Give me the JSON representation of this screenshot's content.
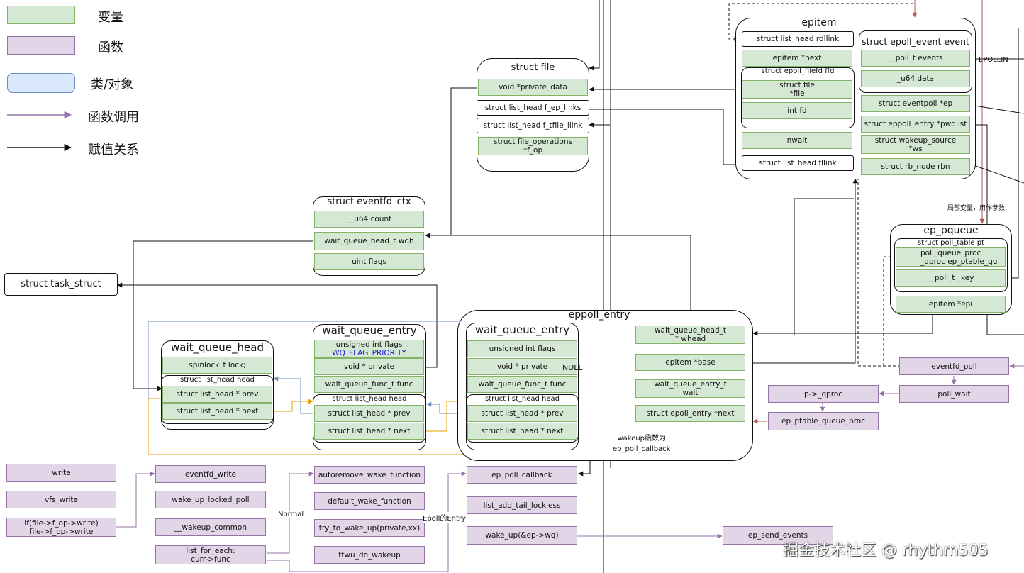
{
  "legend": {
    "items": [
      {
        "label": "变量",
        "kind": "var"
      },
      {
        "label": "函数",
        "kind": "fn"
      },
      {
        "label": "类/对象",
        "kind": "class"
      },
      {
        "label": "函数调用",
        "kind": "call"
      },
      {
        "label": "赋值关系",
        "kind": "assign"
      }
    ]
  },
  "struct_file": {
    "title": "struct file",
    "private_data": "void *private_data",
    "f_ep_links": "struct list_head f_ep_links",
    "f_tfile_llink": "struct list_head f_tfile_llink",
    "f_op": "struct file_operations\n*f_op"
  },
  "epitem": {
    "title": "epitem",
    "rdllink": "struct list_head rdllink",
    "next": "epitem *next",
    "ffd_title": "struct epoll_filefd ffd",
    "ffd_file": "struct file\n*file",
    "ffd_fd": "int fd",
    "nwait": "nwait",
    "fllink": "struct list_head fllink",
    "event_title": "struct epoll_event event",
    "events": "__poll_t events",
    "data": "_u64 data",
    "ep": "struct eventpoll *ep",
    "pwqlist": "struct eppoll_entry *pwqlist",
    "ws": "struct wakeup_source\n*ws",
    "rbn": "struct rb_node rbn"
  },
  "ep_pqueue": {
    "title": "ep_pqueue",
    "pt_title": "struct poll_table pt",
    "qproc": "poll_queue_proc\n_qproc    ep_ptable_qu",
    "key": "__poll_t _key",
    "epi": "epitem *epi"
  },
  "eventfd_ctx": {
    "title": "struct eventfd_ctx",
    "count": "__u64 count",
    "wqh": "wait_queue_head_t wqh",
    "flags": "uint flags"
  },
  "task_struct": "struct task_struct",
  "wait_queue_head": {
    "title": "wait_queue_head",
    "lock": "spinlock_t    lock;",
    "head_title": "struct list_head head",
    "prev": "struct list_head * prev",
    "next": "struct list_head * next"
  },
  "wait_queue_entry_1": {
    "title": "wait_queue_entry",
    "flags": "unsigned int flags",
    "flags_note": "WQ_FLAG_PRIORITY",
    "private": "void * private",
    "func": "wait_queue_func_t func",
    "head_title": "struct list_head head",
    "prev": "struct list_head * prev",
    "next": "struct list_head * next"
  },
  "eppoll_entry": {
    "title": "eppoll_entry",
    "wqe_title": "wait_queue_entry",
    "flags": "unsigned int flags",
    "private": "void * private",
    "null_note": "NULL",
    "func": "wait_queue_func_t func",
    "head_title": "struct list_head head",
    "prev": "struct list_head * prev",
    "next": "struct list_head * next",
    "whead": "wait_queue_head_t\n* whead",
    "base": "epitem *base",
    "wait": "wait_queue_entry_t\nwait",
    "enext": "struct epoll_entry *next",
    "note": "wakeup函数为\nep_poll_callback"
  },
  "labels": {
    "epollin": "EPOLLIN",
    "local_var": "局部变量，用作参数",
    "normal": "Normal",
    "epoll_entry": "Epoll的Entry"
  },
  "functions": {
    "write": "write",
    "vfs_write": "vfs_write",
    "if_write": "if(file->f_op->write)\nfile->f_op->write",
    "eventfd_write": "eventfd_write",
    "wake_up_locked_poll": "wake_up_locked_poll",
    "wakeup_common": "__wakeup_common",
    "list_for_each": "list_for_each:\ncurr->func",
    "autoremove": "autoremove_wake_function",
    "default_wake": "default_wake_function",
    "try_to_wake_up": "try_to_wake_up(private,xx)",
    "ttwu": "ttwu_do_wakeup",
    "ep_poll_callback": "ep_poll_callback",
    "list_add_tail": "list_add_tail_lockless",
    "wake_up_ep": "wake_up(&ep->wq)",
    "ep_send_events": "ep_send_events",
    "eventfd_poll": "eventfd_poll",
    "poll_wait": "poll_wait",
    "p_qproc": "p->_qproc",
    "ep_ptable_queue_proc": "ep_ptable_queue_proc"
  },
  "watermark": "掘金技术社区 @ rhythm505",
  "colors": {
    "var_fill": "#d5e8d4",
    "var_border": "#82b366",
    "fn_fill": "#e1d5e7",
    "fn_border": "#9673a6",
    "class_fill": "#dae8fc",
    "class_border": "#6c8ebf",
    "call_arrow": "#9673a6",
    "orange_link": "#e6a000",
    "blue_link": "#6c8ebf",
    "red_link": "#b85450"
  }
}
